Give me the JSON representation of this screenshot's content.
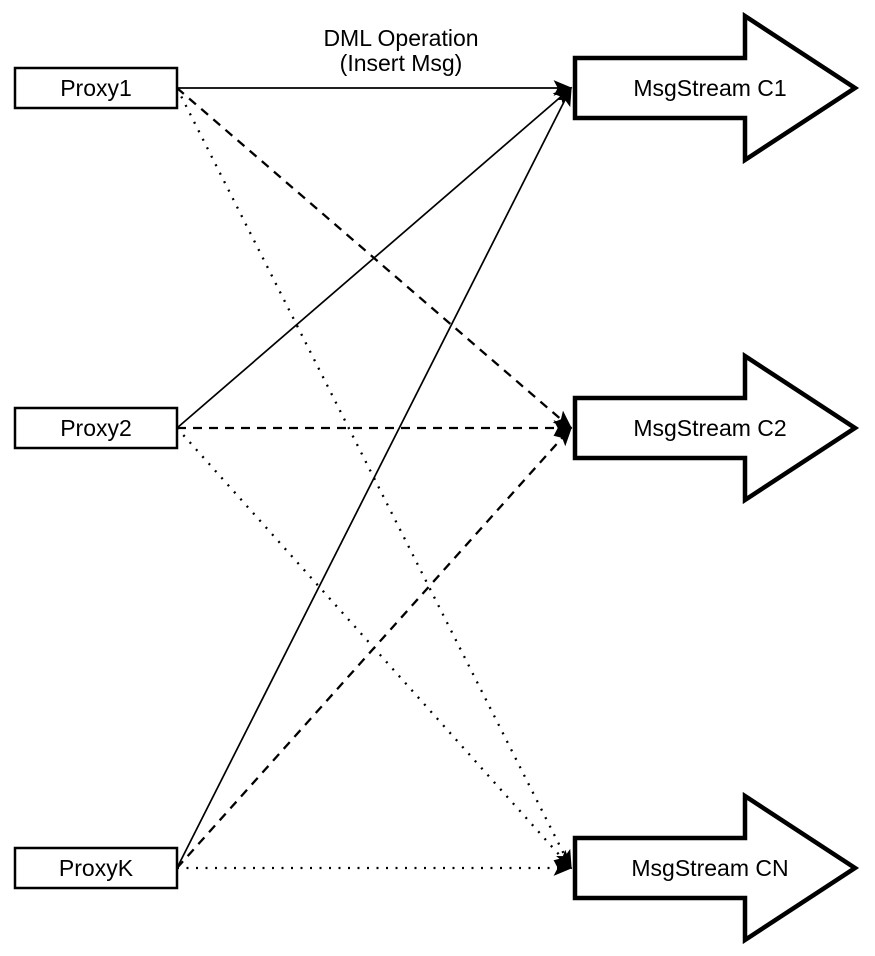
{
  "colors": {
    "stroke": "#000000",
    "fill": "#ffffff"
  },
  "title": {
    "line1": "DML Operation",
    "line2": "(Insert Msg)"
  },
  "proxies": [
    {
      "id": "proxy1",
      "label": "Proxy1"
    },
    {
      "id": "proxy2",
      "label": "Proxy2"
    },
    {
      "id": "proxyk",
      "label": "ProxyK"
    }
  ],
  "streams": [
    {
      "id": "c1",
      "label": "MsgStream C1"
    },
    {
      "id": "c2",
      "label": "MsgStream C2"
    },
    {
      "id": "cn",
      "label": "MsgStream CN"
    }
  ],
  "edges": [
    {
      "from": "proxy1",
      "to": "c1",
      "style": "solid"
    },
    {
      "from": "proxy1",
      "to": "c2",
      "style": "dashed"
    },
    {
      "from": "proxy1",
      "to": "cn",
      "style": "dotted"
    },
    {
      "from": "proxy2",
      "to": "c1",
      "style": "solid"
    },
    {
      "from": "proxy2",
      "to": "c2",
      "style": "dashed"
    },
    {
      "from": "proxy2",
      "to": "cn",
      "style": "dotted"
    },
    {
      "from": "proxyk",
      "to": "c1",
      "style": "solid"
    },
    {
      "from": "proxyk",
      "to": "c2",
      "style": "dashed"
    },
    {
      "from": "proxyk",
      "to": "cn",
      "style": "dotted"
    }
  ]
}
